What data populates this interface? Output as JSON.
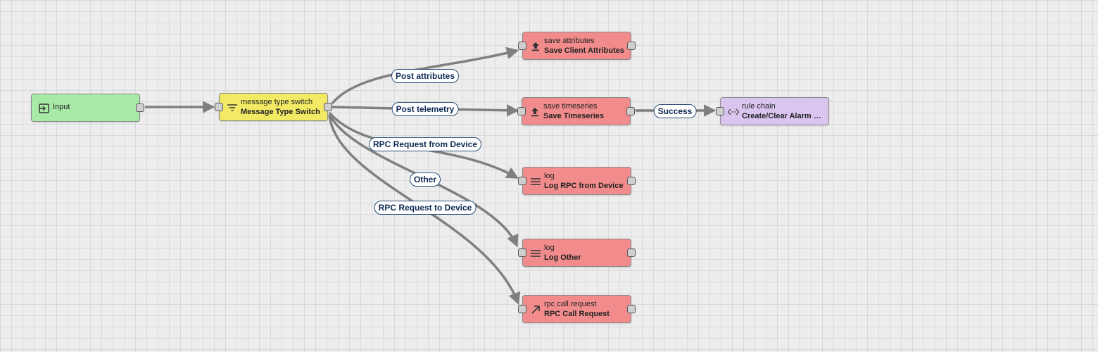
{
  "nodes": {
    "input": {
      "label": "Input",
      "color": "#a6eaa6"
    },
    "switch": {
      "type": "message type switch",
      "name": "Message Type Switch",
      "color": "#f2e964"
    },
    "save_attrs": {
      "type": "save attributes",
      "name": "Save Client Attributes",
      "color": "#f28c8c"
    },
    "save_ts": {
      "type": "save timeseries",
      "name": "Save Timeseries",
      "color": "#f28c8c"
    },
    "log_rpc": {
      "type": "log",
      "name": "Log RPC from Device",
      "color": "#f28c8c"
    },
    "log_other": {
      "type": "log",
      "name": "Log Other",
      "color": "#f28c8c"
    },
    "rpc_call": {
      "type": "rpc call request",
      "name": "RPC Call Request",
      "color": "#f28c8c"
    },
    "rule_chain": {
      "type": "rule chain",
      "name": "Create/Clear Alarm &...",
      "color": "#d9c5ef"
    }
  },
  "edges": {
    "post_attributes": "Post attributes",
    "post_telemetry": "Post telemetry",
    "rpc_from_device": "RPC Request from Device",
    "other": "Other",
    "rpc_to_device": "RPC Request to Device",
    "success": "Success"
  },
  "icons": {
    "input": "input-icon",
    "switch": "filter-icon",
    "save": "upload-icon",
    "log": "menu-icon",
    "rpc": "arrow-up-right-icon",
    "chain": "code-icon"
  }
}
